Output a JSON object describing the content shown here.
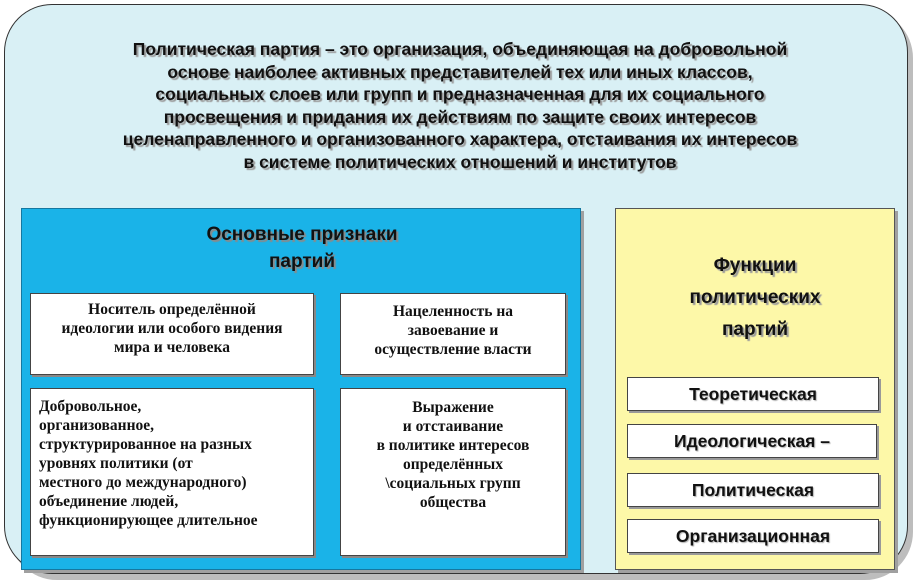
{
  "definition": {
    "lines": [
      "Политическая партия – это организация, объединяющая на добровольной",
      "основе наиболее активных представителей тех или иных классов,",
      "социальных слоев или групп и предназначенная для их социального",
      "просвещения и придания их действиям по защите своих интересов",
      "целенаправленного и организованного характера, отстаивания их интересов",
      "в системе политических отношений и институтов"
    ]
  },
  "features": {
    "title_lines": [
      "Основные признаки",
      "партий"
    ],
    "cards": [
      {
        "lines": [
          "Носитель определённой",
          "идеологии или особого видения",
          "мира и человека"
        ]
      },
      {
        "lines": [
          "Нацеленность на",
          "завоевание и",
          "осуществление власти"
        ]
      },
      {
        "lines": [
          "Добровольное,",
          "организованное,",
          "структурированное на разных",
          "уровнях политики (от",
          "местного до международного)",
          "объединение людей,",
          "функционирующее длительное"
        ]
      },
      {
        "lines": [
          "Выражение",
          "и отстаивание",
          "в политике интересов",
          "определённых",
          "\\социальных групп",
          "общества"
        ]
      }
    ]
  },
  "functions": {
    "title_lines": [
      "Функции",
      "политических",
      "партий"
    ],
    "items": [
      "Теоретическая",
      "Идеологическая –",
      "Политическая",
      "Организационная"
    ]
  }
}
